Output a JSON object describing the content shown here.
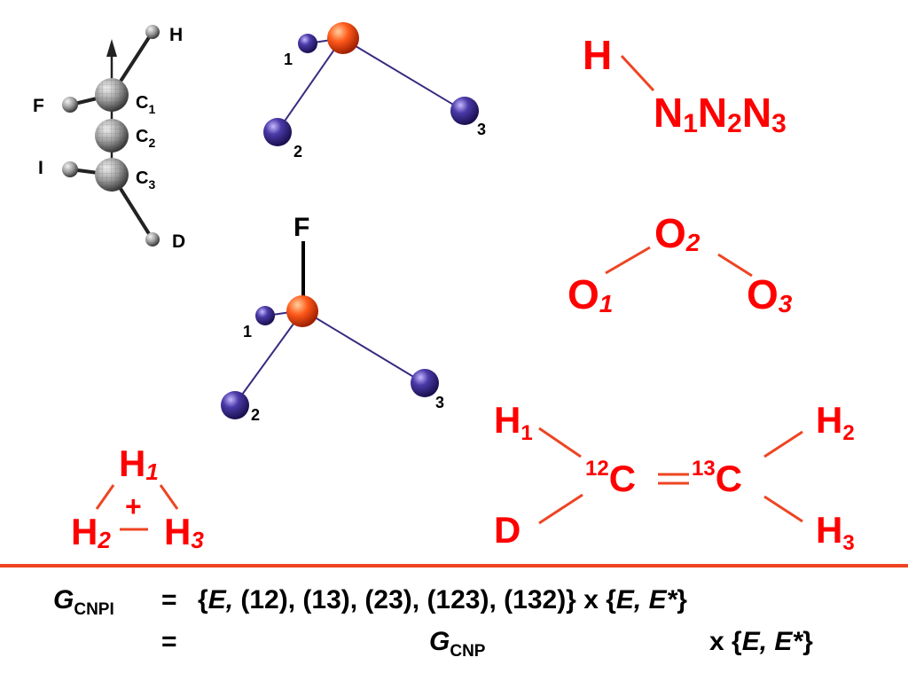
{
  "colors": {
    "label_red": "#ff0000",
    "bond_orange": "#ee4422",
    "bond_purple": "#3a2a80",
    "atom_purple": "#3a2a90",
    "atom_orange": "#ee5522",
    "rule_line": "#ee4422"
  },
  "icons": {
    "grey_atoms": "grey-sphere-icon",
    "purple_atoms": "purple-sphere-icon",
    "orange_atoms": "orange-sphere-icon",
    "axis": "arrow-up-icon"
  },
  "model_3d": {
    "H": "H",
    "F": "F",
    "I": "I",
    "D": "D",
    "C": "C",
    "c1": "1",
    "c2": "2",
    "c3": "3"
  },
  "triatomic_1": {
    "n1": "1",
    "n2": "2",
    "n3": "3"
  },
  "triatomic_2": {
    "F": "F",
    "n1": "1",
    "n2": "2",
    "n3": "3"
  },
  "hn3": {
    "H": "H",
    "N": "N",
    "s1": "1",
    "s2": "2",
    "s3": "3"
  },
  "ozone": {
    "O": "O",
    "s1": "1",
    "s2": "2",
    "s3": "3"
  },
  "h3plus": {
    "H": "H",
    "s1": "1",
    "s2": "2",
    "s3": "3",
    "charge": "+"
  },
  "ethylene": {
    "H": "H",
    "D": "D",
    "C": "C",
    "iso12": "12",
    "iso13": "13",
    "h1": "1",
    "h2": "2",
    "h3": "3"
  },
  "equations": {
    "line1": {
      "g": "G",
      "sub": "CNPI",
      "eq": "=",
      "rest_a": "{",
      "E": "E,",
      "rest_b": " (12), (13), (23), (123), (132)} x {",
      "E2": "E, E*",
      "close": "}"
    },
    "line2": {
      "eq": "=",
      "g": "G",
      "sub": "CNP",
      "x": "x {",
      "E2": "E, E*",
      "close": "}"
    }
  }
}
